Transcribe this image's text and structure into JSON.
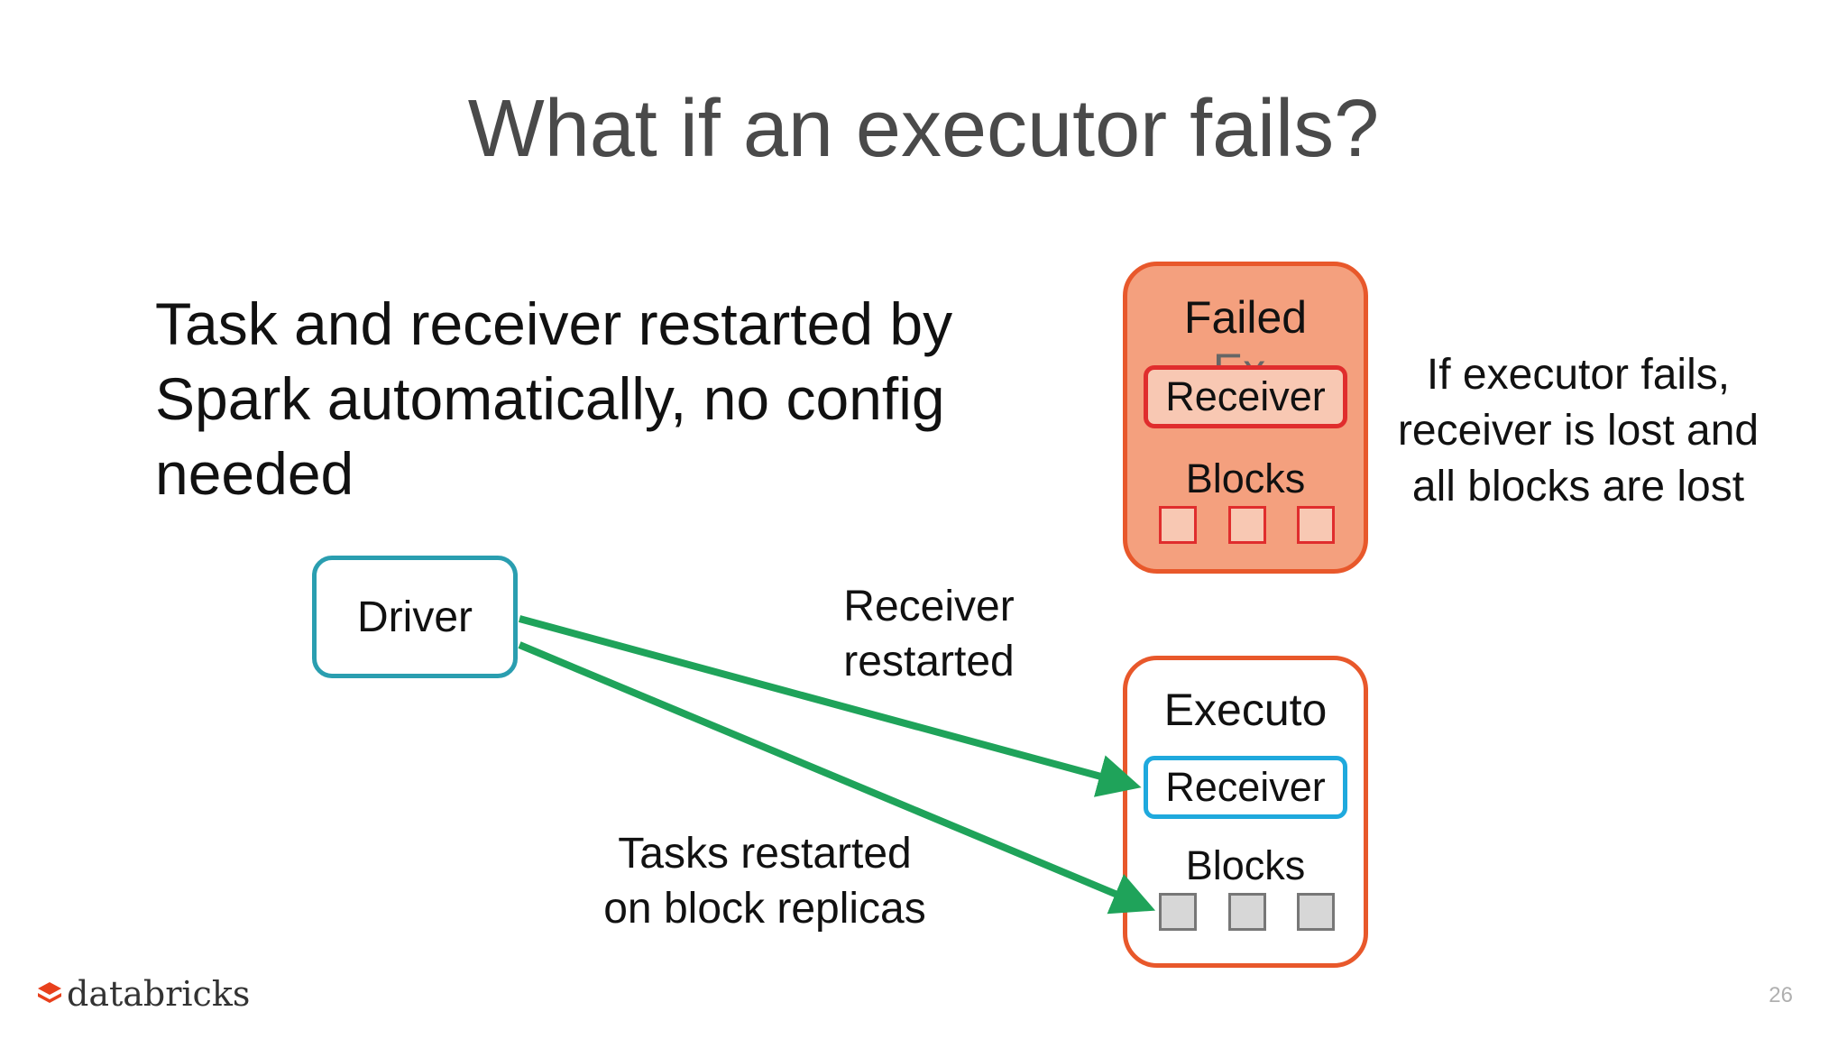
{
  "slide": {
    "title": "What if an executor fails?",
    "main_text": "Task and receiver restarted by Spark automatically, no config needed",
    "side_text": "If executor fails, receiver is lost and all blocks are lost",
    "page_number": "26"
  },
  "diagram": {
    "driver_label": "Driver",
    "failed_executor": {
      "title": "Failed",
      "ghost_text": "Ex.",
      "receiver_label": "Receiver",
      "blocks_label": "Blocks"
    },
    "new_executor": {
      "title": "Executo",
      "receiver_label": "Receiver",
      "blocks_label": "Blocks"
    },
    "arrow_labels": {
      "receiver_restarted": "Receiver restarted",
      "tasks_restarted": "Tasks restarted on block replicas"
    },
    "colors": {
      "arrow": "#1fa35a",
      "driver_border": "#2a9eb0",
      "executor_border": "#e8582b",
      "failed_fill": "#f4a07e",
      "failed_receiver_border": "#e02d2d",
      "ok_receiver_border": "#1fa9dd"
    }
  },
  "footer": {
    "logo_text": "databricks"
  }
}
